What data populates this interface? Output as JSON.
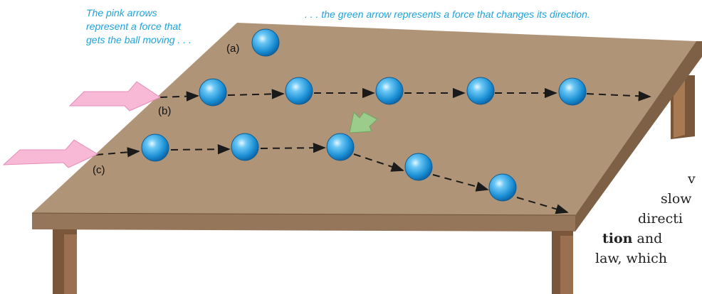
{
  "captions": {
    "pink": "The pink arrows represent a force that gets the ball moving . . .",
    "green": ". . . the green arrow represents a force that changes its direction."
  },
  "labels": {
    "a": "(a)",
    "b": "(b)",
    "c": "(c)"
  },
  "body_text": {
    "line1": "v",
    "line2": "slow",
    "line3": "directi",
    "line4_bold": "tion",
    "line4_rest": " and",
    "line5": "law, which"
  },
  "colors": {
    "caption": "#1ea3dc",
    "tabletop": "#b09477",
    "table_edge": "#8a6b4b",
    "table_legs": "#7a573a",
    "ball": "#2a9fe0",
    "push_arrow": "#f7b9d6",
    "turn_arrow": "#9ccc8c",
    "path": "#1a1a1a"
  }
}
